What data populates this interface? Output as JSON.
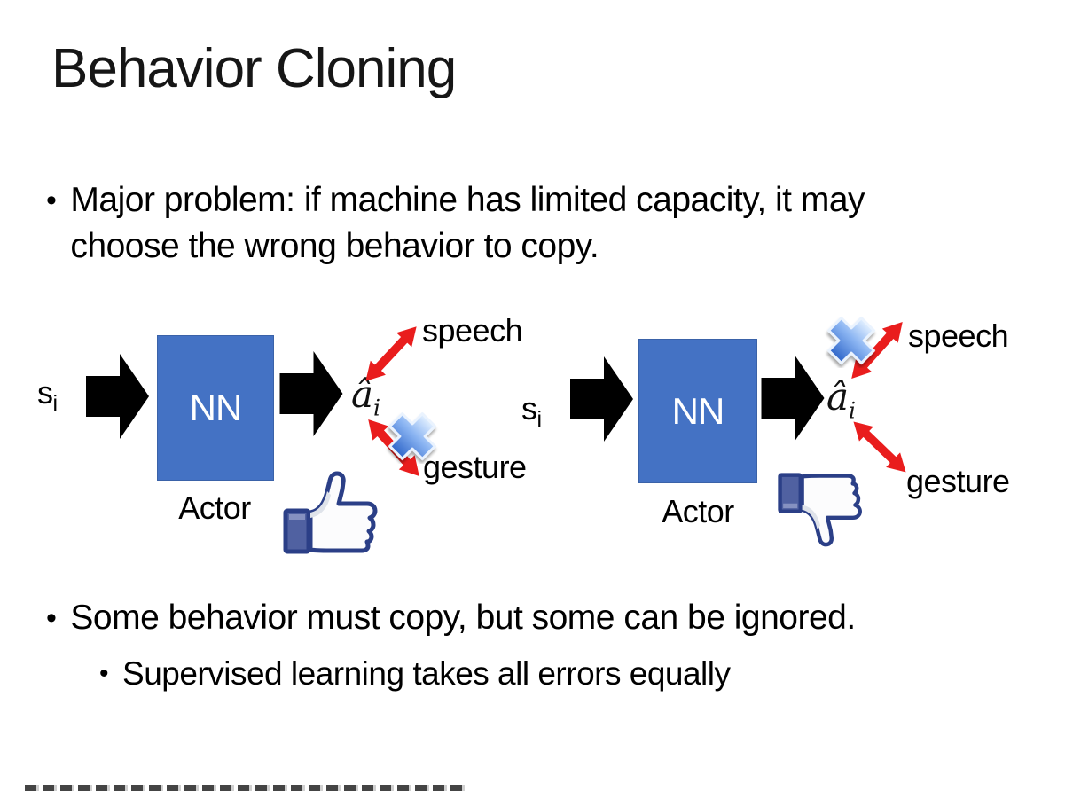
{
  "slide": {
    "title": "Behavior Cloning",
    "bullet_glyph": "•",
    "bullet1": "Major problem: if machine has limited capacity, it may choose the wrong behavior to copy.",
    "bullet2": "Some behavior must copy, but some can be ignored.",
    "sub_bullet": "Supervised learning takes all errors equally"
  },
  "diagram": {
    "input_label": {
      "base": "s",
      "sub": "i"
    },
    "nn_label": "NN",
    "actor_label": "Actor",
    "output_label": {
      "base": "â",
      "sub": "i"
    },
    "speech_label": "speech",
    "gesture_label": "gesture",
    "icons": {
      "input_arrow": "black-block-arrow-icon",
      "output_arrow": "black-block-arrow-icon",
      "speech_link": "red-double-arrow-icon",
      "gesture_link": "red-double-arrow-icon",
      "left_reject": "blue-cross-icon-over-gesture",
      "right_reject": "blue-cross-icon-over-speech",
      "left_feedback": "thumbs-up-icon",
      "right_feedback": "thumbs-down-icon"
    }
  },
  "colors": {
    "text": "#000000",
    "nn_box": "#4472C4",
    "nn_box_border": "#3A62A8",
    "nn_text": "#FFFFFF",
    "arrow_black": "#000000",
    "arrow_red": "#E91D1D",
    "cross_light": "#E3F0FF",
    "cross_mid": "#8AB4F2",
    "cross_dark": "#2F66C9",
    "thumb_outline": "#2B3F87",
    "thumb_sleeve": "#5061A1"
  }
}
